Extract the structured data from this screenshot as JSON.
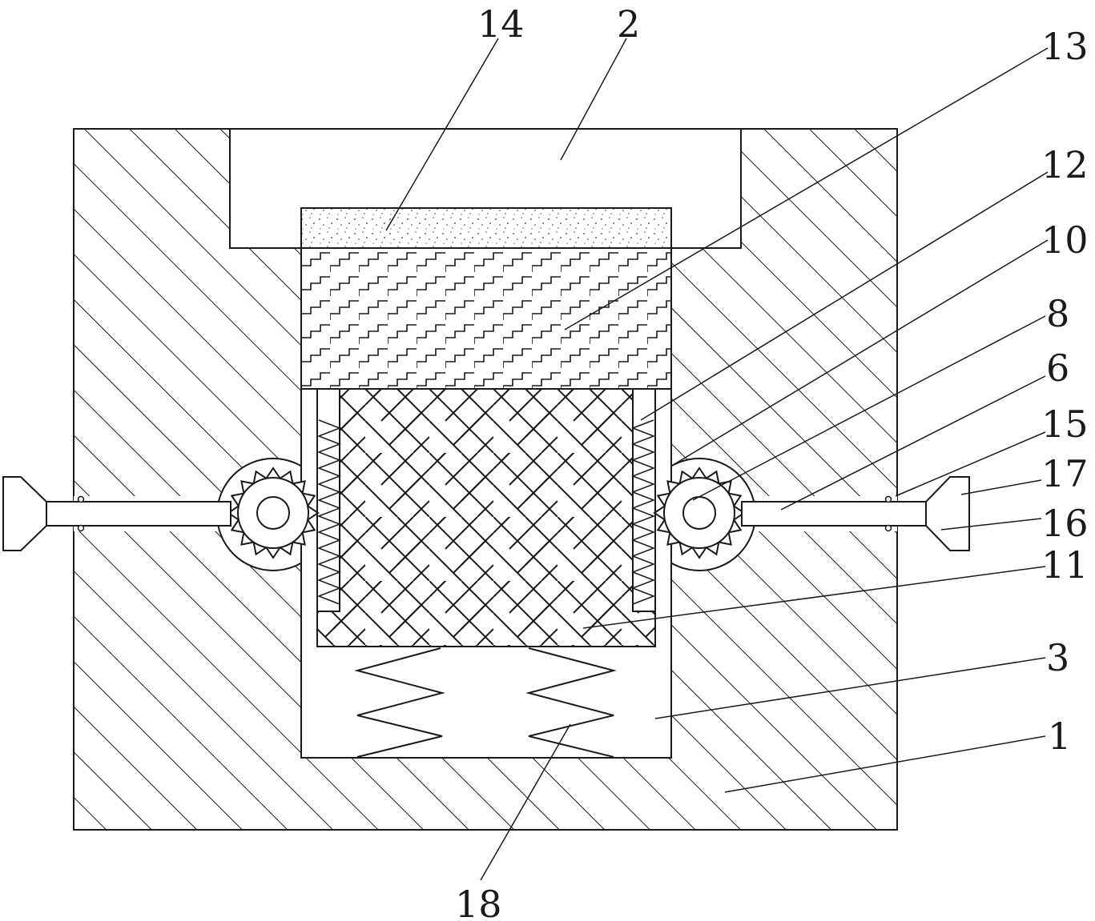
{
  "figure": {
    "labels": [
      {
        "id": "14",
        "text": "14"
      },
      {
        "id": "2",
        "text": "2"
      },
      {
        "id": "13",
        "text": "13"
      },
      {
        "id": "12",
        "text": "12"
      },
      {
        "id": "10",
        "text": "10"
      },
      {
        "id": "8",
        "text": "8"
      },
      {
        "id": "6",
        "text": "6"
      },
      {
        "id": "15",
        "text": "15"
      },
      {
        "id": "17",
        "text": "17"
      },
      {
        "id": "16",
        "text": "16"
      },
      {
        "id": "11",
        "text": "11"
      },
      {
        "id": "3",
        "text": "3"
      },
      {
        "id": "1",
        "text": "1"
      },
      {
        "id": "18",
        "text": "18"
      }
    ],
    "colors": {
      "line": "#1a1a1a",
      "background": "#ffffff"
    }
  }
}
